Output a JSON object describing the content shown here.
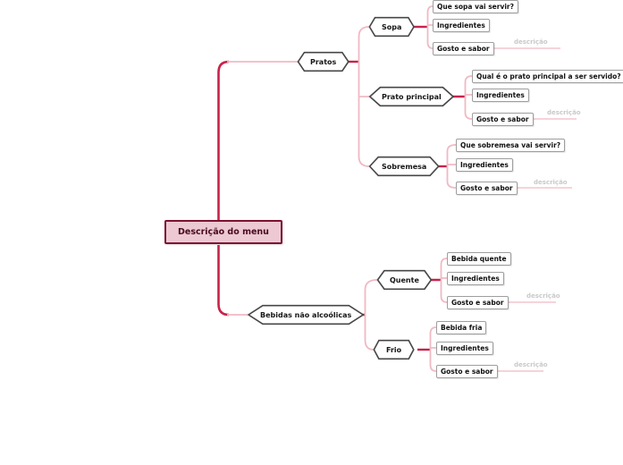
{
  "mindmap": {
    "root": {
      "label": "Descrição do menu"
    },
    "branches": [
      {
        "label": "Pratos",
        "topics": [
          {
            "label": "Sopa",
            "details": [
              "Que sopa vai servir?",
              "Ingredientes",
              "Gosto e sabor"
            ],
            "note": "descrição"
          },
          {
            "label": "Prato principal",
            "details": [
              "Qual é o prato principal a ser servido?",
              "Ingredientes",
              "Gosto e sabor"
            ],
            "note": "descrição"
          },
          {
            "label": "Sobremesa",
            "details": [
              "Que sobremesa vai servir?",
              "Ingredientes",
              "Gosto e sabor"
            ],
            "note": "descrição"
          }
        ]
      },
      {
        "label": "Bebidas não alcoólicas",
        "topics": [
          {
            "label": "Quente",
            "details": [
              "Bebida quente",
              "Ingredientes",
              "Gosto e sabor"
            ],
            "note": "descrição"
          },
          {
            "label": "Frio",
            "details": [
              "Bebida fria",
              "Ingredientes",
              "Gosto e sabor"
            ],
            "note": "descrição"
          }
        ]
      }
    ]
  },
  "colors": {
    "main_branch_line": "#c8234a",
    "sub_branch_line": "#f0b9c4",
    "root_fill": "#ecc9d3",
    "root_border": "#7d1130",
    "root_text": "#4a0a1f",
    "node_border": "#474747",
    "leaf_border": "#9e9e9e",
    "note_text": "#c9c9c9"
  }
}
